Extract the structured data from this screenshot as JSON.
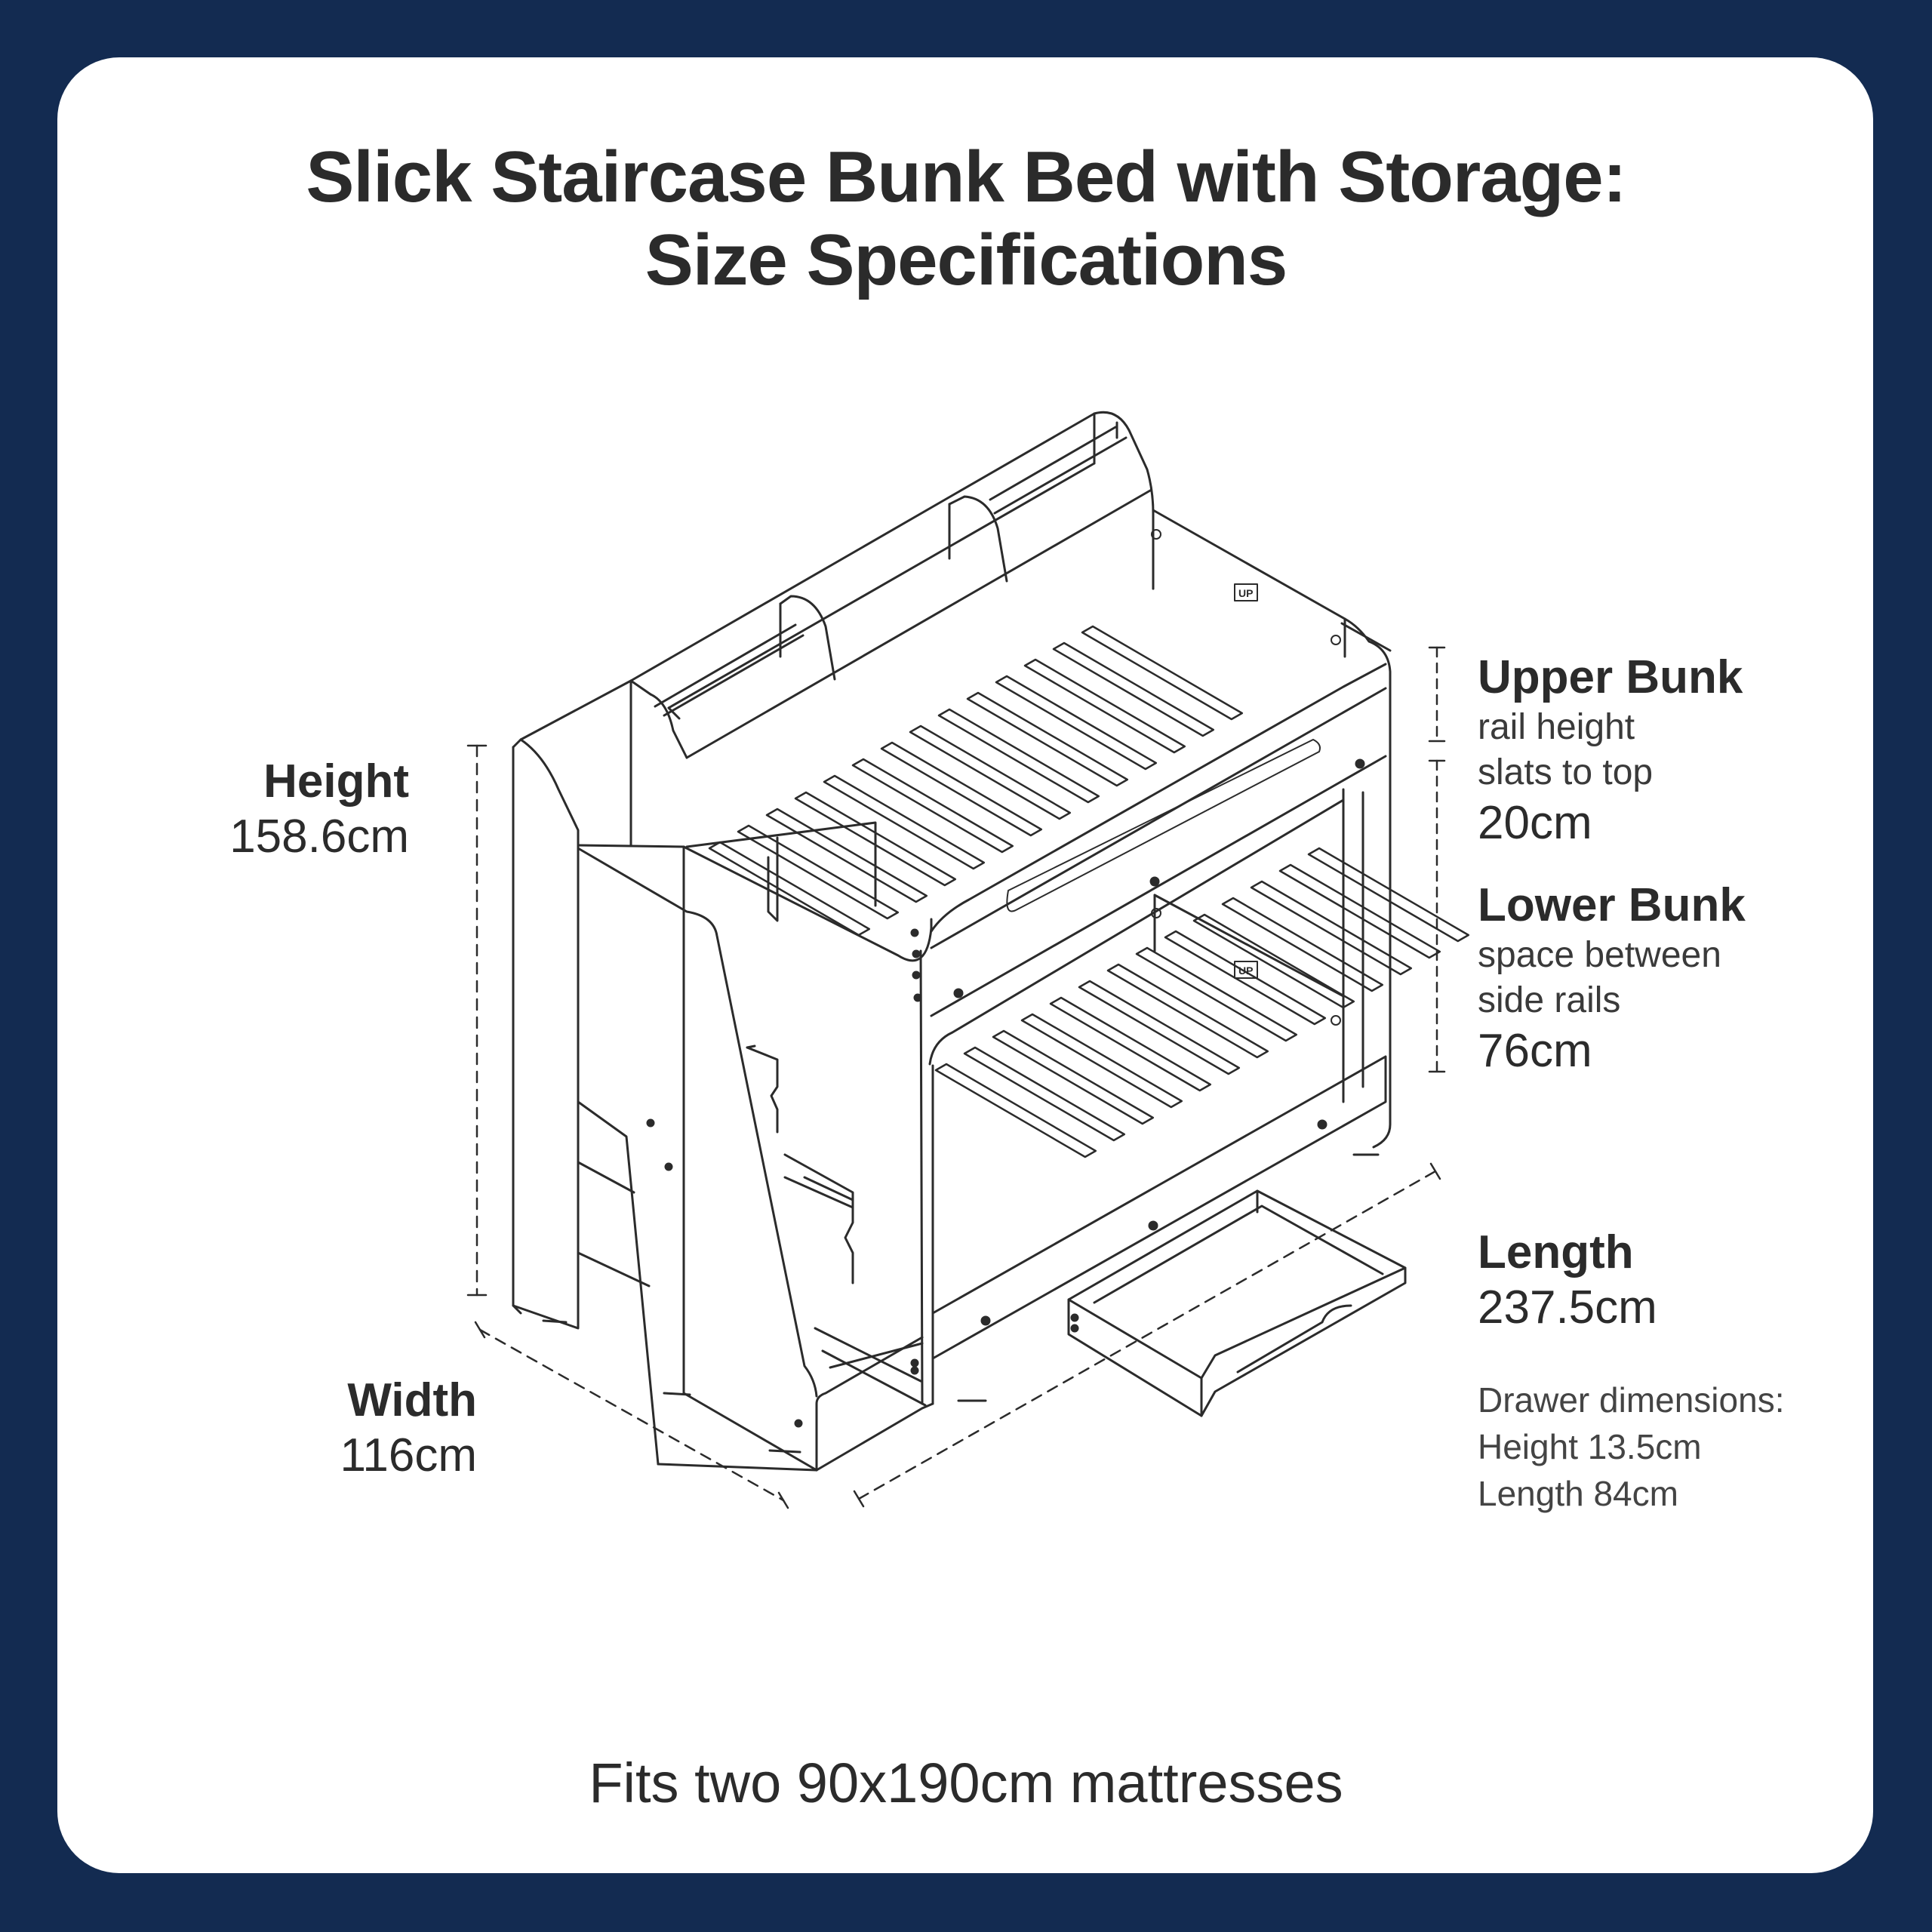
{
  "title": {
    "line1": "Slick Staircase Bunk Bed with Storage:",
    "line2": "Size Specifications"
  },
  "height": {
    "label": "Height",
    "value": "158.6cm"
  },
  "width": {
    "label": "Width",
    "value": "116cm"
  },
  "upper_bunk": {
    "label": "Upper Bunk",
    "desc1": "rail height",
    "desc2": "slats to top",
    "value": "20cm"
  },
  "lower_bunk": {
    "label": "Lower Bunk",
    "desc1": "space between",
    "desc2": "side rails",
    "value": "76cm"
  },
  "length": {
    "label": "Length",
    "value": "237.5cm"
  },
  "drawer": {
    "heading": "Drawer dimensions:",
    "height": "Height 13.5cm",
    "length": "Length 84cm"
  },
  "panel_marks": {
    "up1": "UP",
    "up2": "UP"
  },
  "footer": "Fits two 90x190cm mattresses",
  "colors": {
    "background": "#132b51",
    "card": "#ffffff",
    "text": "#2b2b2b",
    "line": "#2b2b2b"
  }
}
